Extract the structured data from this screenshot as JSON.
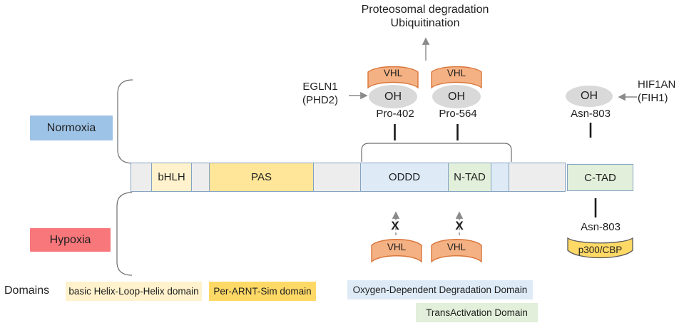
{
  "top_text": {
    "line1": "Proteosomal degradation",
    "line2": "Ubiquitination"
  },
  "conditions": {
    "normoxia": "Normoxia",
    "hypoxia": "Hypoxia"
  },
  "enzymes": {
    "egln1": "EGLN1",
    "egln1_alt": "(PHD2)",
    "hif1an": "HIF1AN",
    "hif1an_alt": "(FIH1)"
  },
  "labels": {
    "oh": "OH",
    "vhl": "VHL",
    "pro402": "Pro-402",
    "pro564": "Pro-564",
    "asn803": "Asn-803",
    "x": "X",
    "p300": "p300/CBP"
  },
  "protein_bar": {
    "segments": [
      {
        "label": "",
        "type": "linker"
      },
      {
        "label": "bHLH",
        "type": "bhlh"
      },
      {
        "label": "",
        "type": "linker"
      },
      {
        "label": "PAS",
        "type": "pas"
      },
      {
        "label": "",
        "type": "linker"
      },
      {
        "label": "ODDD",
        "type": "oddd"
      },
      {
        "label": "N-TAD",
        "type": "tad"
      },
      {
        "label": "",
        "type": "oddd"
      },
      {
        "label": "",
        "type": "linker"
      }
    ],
    "ctad": "C-TAD"
  },
  "legend": {
    "title": "Domains",
    "items": [
      {
        "label": "basic Helix-Loop-Helix domain",
        "color": "#FFF2CC"
      },
      {
        "label": "Per-ARNT-Sim domain",
        "color": "#FFD966"
      },
      {
        "label": "Oxygen-Dependent Degradation Domain",
        "color": "#DEEBF7"
      },
      {
        "label": "TransActivation Domain",
        "color": "#E2EFDA"
      }
    ]
  },
  "colors": {
    "normoxia_box": "#9DC3E6",
    "hypoxia_box": "#F8777B",
    "vhl_fill": "#F4B183",
    "vhl_stroke": "#D9753B",
    "oh_fill": "#D9D9D9",
    "p300_fill": "#FFD966",
    "bar_border": "#85A3C2",
    "bhlh_fill": "#FFF2CC",
    "pas_fill": "#FFE699",
    "oddd_fill": "#DEEBF7",
    "tad_fill": "#E2EFDA",
    "linker_fill": "#EDEDED"
  }
}
